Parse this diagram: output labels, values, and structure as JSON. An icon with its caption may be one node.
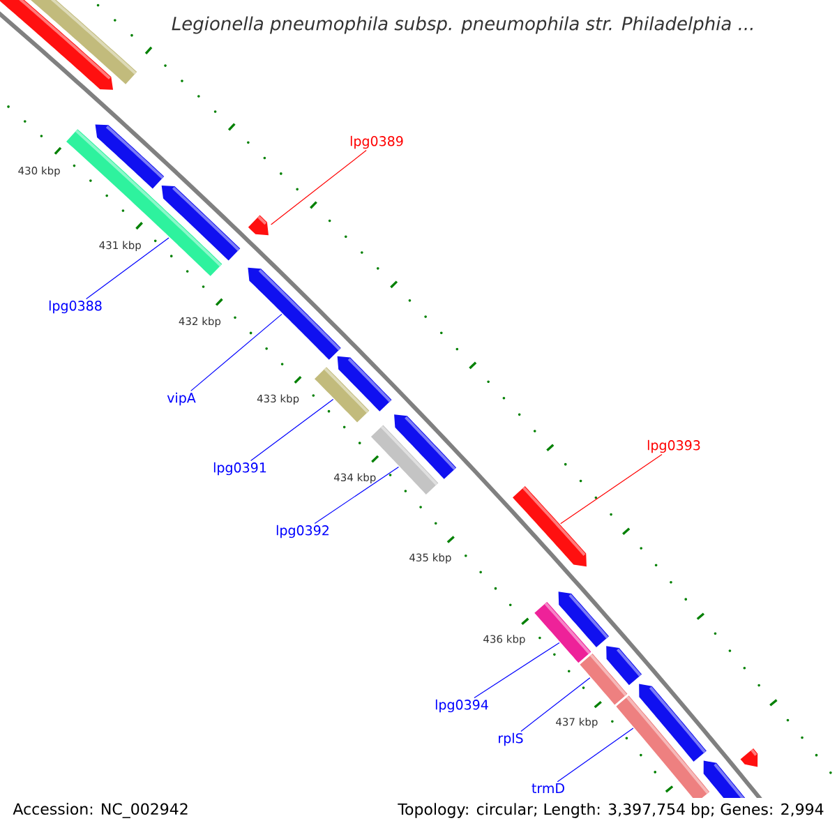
{
  "diagram": {
    "title": "Legionella pneumophila subsp. pneumophila str. Philadelphia ...",
    "nodes": [
      {
        "text": [
          "lpg0389"
        ]
      },
      {
        "text": [
          "lpg0388"
        ]
      },
      {
        "text": [
          "vipA"
        ]
      },
      {
        "text": [
          "lpg0393"
        ]
      },
      {
        "text": [
          "lpg0391"
        ]
      },
      {
        "text": [
          "lpg0392"
        ]
      },
      {
        "text": [
          "lpg0394"
        ]
      },
      {
        "text": [
          "rplS"
        ]
      },
      {
        "text": [
          "trmD"
        ]
      },
      {
        "text": [],
        "shape": "bar"
      },
      {
        "text": [],
        "shape": "arrow"
      },
      {
        "text": [],
        "shape": "arrow"
      },
      {
        "text": [],
        "shape": "bar"
      },
      {
        "text": [],
        "shape": "bar"
      },
      {
        "text": [],
        "shape": "arrow"
      },
      {
        "text": [],
        "shape": "bar"
      },
      {
        "text": [],
        "shape": "bar"
      },
      {
        "text": [],
        "shape": "bar"
      }
    ],
    "edges": [
      {
        "from": 0,
        "to": 10,
        "arrow": "none",
        "color": "#ff0000"
      },
      {
        "from": 1,
        "to": 9,
        "arrow": "none"
      },
      {
        "from": 2,
        "to": 11,
        "arrow": "none"
      },
      {
        "from": 3,
        "to": 14,
        "arrow": "none",
        "color": "#ff0000"
      },
      {
        "from": 4,
        "to": 12,
        "arrow": "none"
      },
      {
        "from": 5,
        "to": 13,
        "arrow": "none"
      },
      {
        "from": 6,
        "to": 15,
        "arrow": "none"
      },
      {
        "from": 7,
        "to": 16,
        "arrow": "none"
      },
      {
        "from": 8,
        "to": 17,
        "arrow": "none"
      }
    ],
    "labels": [
      "430 kbp",
      "431 kbp",
      "432 kbp",
      "433 kbp",
      "434 kbp",
      "435 kbp",
      "436 kbp",
      "437 kbp",
      "Accession: NC_002942",
      "Topology: circular; Length: 3,397,754 bp; Genes: 2,994"
    ]
  }
}
